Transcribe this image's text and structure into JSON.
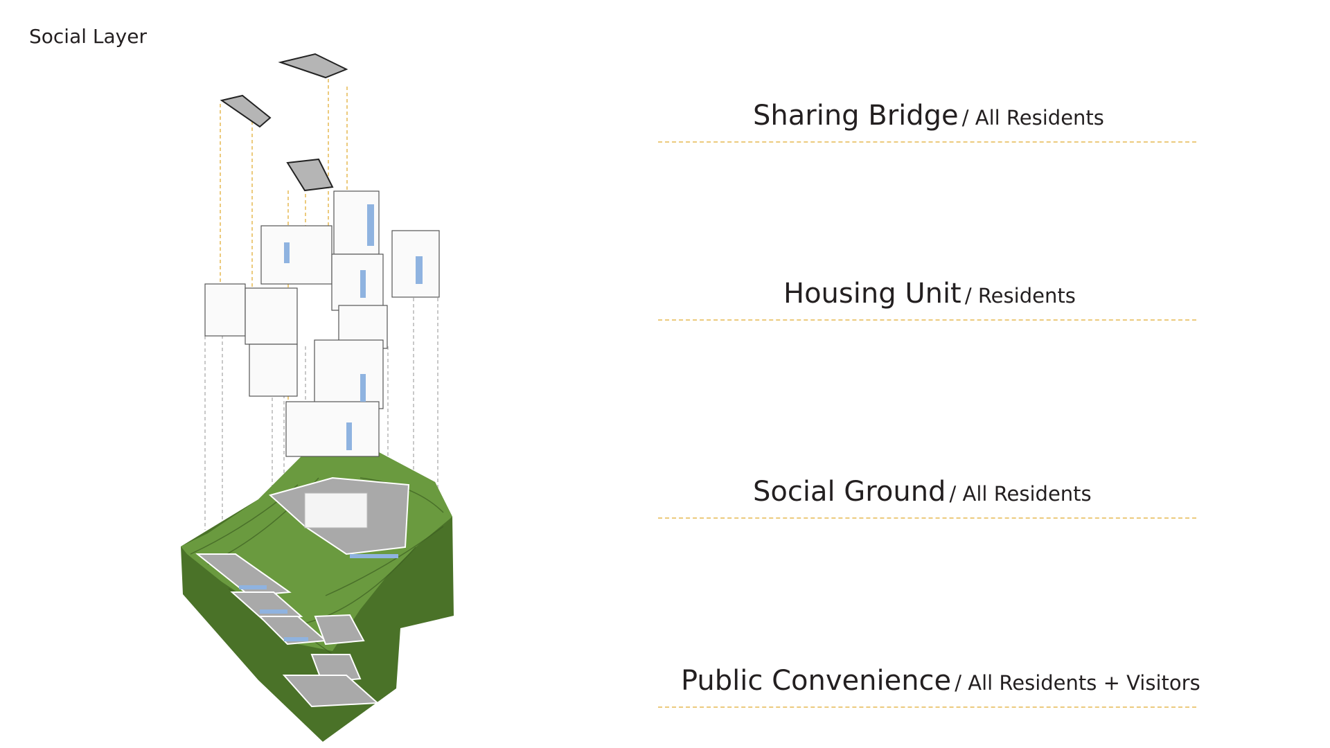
{
  "title": "Social Layer",
  "layers": [
    {
      "name": "Sharing Bridge",
      "audience": "/ All Residents"
    },
    {
      "name": "Housing Unit",
      "audience": "/ Residents"
    },
    {
      "name": "Social Ground",
      "audience": "/ All Residents"
    },
    {
      "name": "Public Convenience",
      "audience": "/ All Residents + Visitors"
    }
  ],
  "colors": {
    "guide": "#ecca7c",
    "terrain": "#5d8a36",
    "terrain_side": "#4a7228",
    "plaza": "#a9a9a9",
    "window": "#8fb3e0"
  }
}
